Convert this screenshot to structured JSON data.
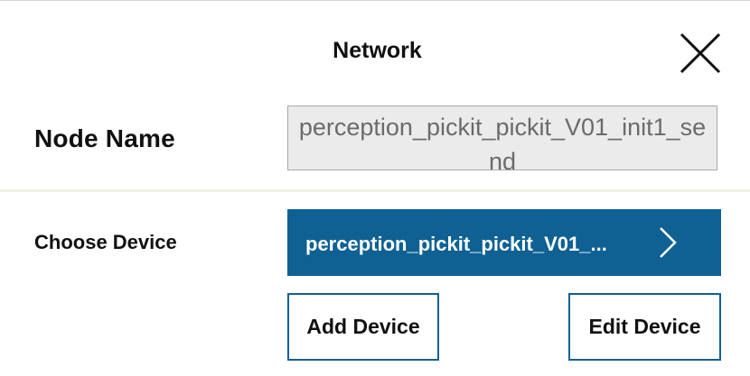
{
  "dialog": {
    "title": "Network",
    "close_icon": "close-icon"
  },
  "node_name": {
    "label": "Node Name",
    "value": "perception_pickit_pickit_V01_init1_send"
  },
  "choose_device": {
    "label": "Choose Device",
    "selected_value": "perception_pickit_pickit_V01_...",
    "chevron_icon": "chevron-right-icon"
  },
  "buttons": {
    "add_device": "Add Device",
    "edit_device": "Edit Device"
  },
  "colors": {
    "accent": "#0f6194",
    "input_background": "#ebebeb",
    "input_text": "#6b6b6b"
  }
}
